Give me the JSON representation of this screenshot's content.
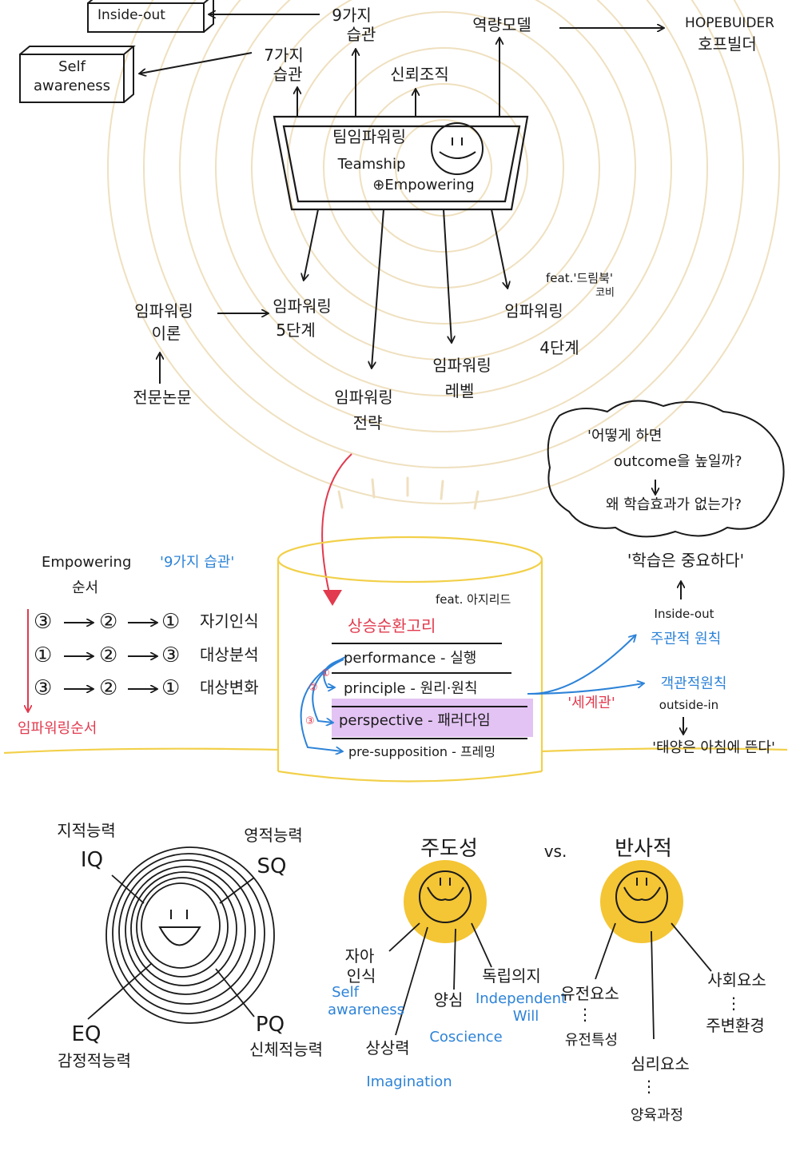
{
  "top": {
    "inside_out_box": "Inside-out",
    "self_awareness_box": [
      "Self",
      "awareness"
    ],
    "habits_9": [
      "9가지",
      "습관"
    ],
    "habits_7": [
      "7가지",
      "습관"
    ],
    "competency_model": "역량모델",
    "hopebuilder": [
      "HOPEBUIDER",
      "호프빌더"
    ],
    "trust_org": "신뢰조직",
    "teaming": [
      "팀임파워링",
      "Teamship",
      "⊕Empowering"
    ],
    "empowering_theory": [
      "임파워링",
      "이론"
    ],
    "papers": "전문논문",
    "five_stages": [
      "임파워링",
      "5단계"
    ],
    "strategy": [
      "임파워링",
      "전략"
    ],
    "levels": [
      "임파워링",
      "레벨"
    ],
    "four_stages": [
      "임파워링",
      "4단계"
    ],
    "feat_note": [
      "feat.'드림북'",
      "코비"
    ]
  },
  "thought_cloud": {
    "line1": "'어떻게 하면",
    "line2": "outcome을 높일까?",
    "line3": "왜 학습효과가 없는가?"
  },
  "learning_branch": {
    "learning_important": "'학습은 중요하다'",
    "inside_out": "Inside-out",
    "subjective_principle": "주관적 원칙",
    "worldview": "'세계관'",
    "objective_principle": "객관적원칙",
    "outside_in": "outside-in",
    "sun_rises": "'태양은 아침에 뜬다'"
  },
  "order": {
    "title_en": "Empowering",
    "title_blue": "'9가지 습관'",
    "title_ko": "순서",
    "rows": [
      {
        "seq": [
          "③",
          "②",
          "①"
        ],
        "label": "자기인식"
      },
      {
        "seq": [
          "①",
          "②",
          "③"
        ],
        "label": "대상분석"
      },
      {
        "seq": [
          "③",
          "②",
          "①"
        ],
        "label": "대상변화"
      }
    ],
    "footer": "임파워링순서"
  },
  "cylinder": {
    "feat": "feat. 아지리드",
    "title": "상승순환고리",
    "rows": [
      {
        "num": "①",
        "text": "performance - 실행"
      },
      {
        "num": "②",
        "text": "principle - 원리·원칙"
      },
      {
        "num": "③",
        "text": "perspective - 패러다임"
      },
      {
        "num": "",
        "text": "pre-supposition - 프레밍"
      }
    ]
  },
  "intelligence": {
    "iq": [
      "지적능력",
      "IQ"
    ],
    "sq": [
      "영적능력",
      "SQ"
    ],
    "eq": [
      "EQ",
      "감정적능력"
    ],
    "pq": [
      "PQ",
      "신체적능력"
    ]
  },
  "proactive": {
    "title": "주도성",
    "vs": "vs.",
    "reactive": "반사적",
    "p_items": [
      {
        "ko": [
          "자아",
          "인식"
        ],
        "en": [
          "Self",
          "awareness"
        ]
      },
      {
        "ko": [
          "상상력"
        ],
        "en": [
          "Imagination"
        ]
      },
      {
        "ko": [
          "양심"
        ],
        "en": [
          "Coscience"
        ]
      },
      {
        "ko": [
          "독립의지"
        ],
        "en": [
          "Independent",
          "Will"
        ]
      }
    ],
    "r_items": [
      {
        "ko": [
          "유전요소",
          "⋮",
          "유전특성"
        ]
      },
      {
        "ko": [
          "심리요소",
          "⋮",
          "양육과정"
        ]
      },
      {
        "ko": [
          "사회요소",
          "⋮",
          "주변환경"
        ]
      }
    ]
  },
  "colors": {
    "ink": "#1a1a1a",
    "blue": "#2d83d8",
    "red": "#e23a4e",
    "yellow": "#f4c534",
    "purple": "#dcb4f0",
    "cream": "#efe0bf"
  }
}
